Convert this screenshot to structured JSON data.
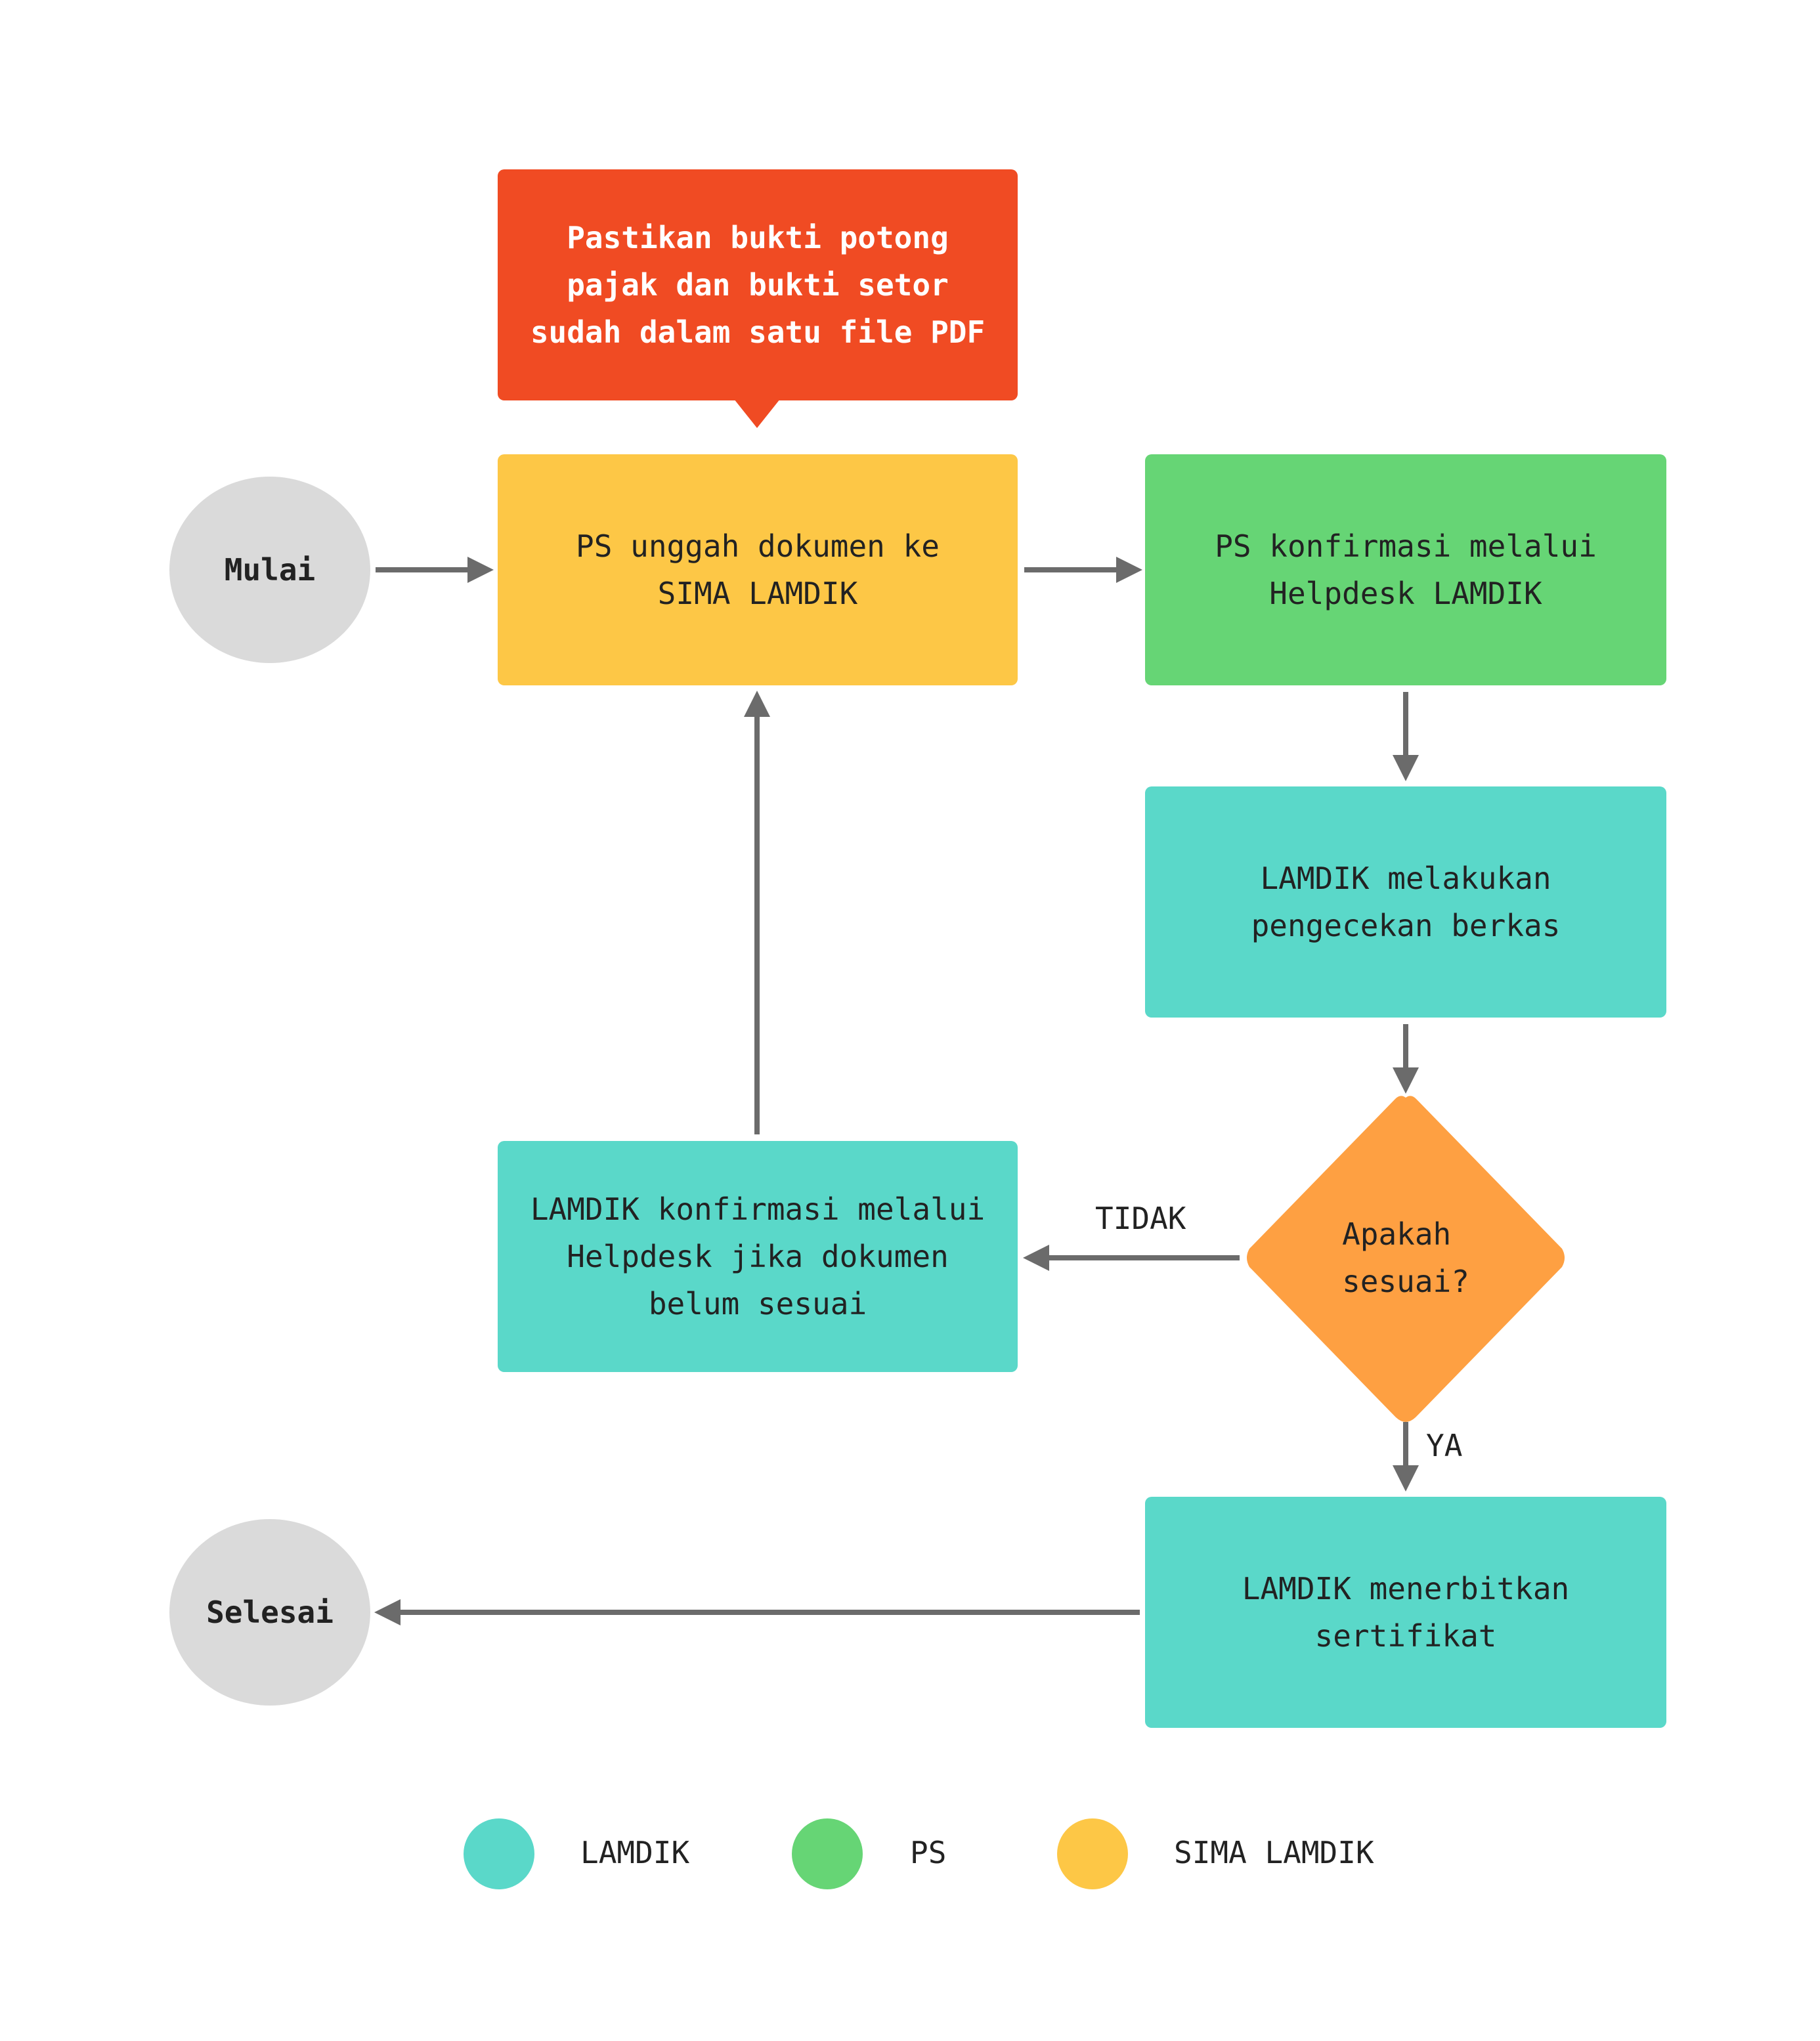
{
  "colors": {
    "lamdik": "#5ad8c9",
    "ps": "#66d575",
    "sima": "#fdc746",
    "note": "#f04b23",
    "decision": "#fea042",
    "terminal": "#dadada",
    "arrow": "#6b6b6b"
  },
  "nodes": {
    "start": "Mulai",
    "end": "Selesai",
    "note": "Pastikan bukti potong\npajak dan bukti setor\nsudah dalam satu file PDF",
    "upload": "PS unggah dokumen ke\nSIMA LAMDIK",
    "confirm_ps": "PS konfirmasi melalui\nHelpdesk LAMDIK",
    "check": "LAMDIK melakukan\npengecekan berkas",
    "decision": "Apakah\nsesuai?",
    "confirm_lamdik": "LAMDIK konfirmasi melalui\nHelpdesk jika dokumen\nbelum sesuai",
    "certificate": "LAMDIK menerbitkan\nsertifikat"
  },
  "edge_labels": {
    "no": "TIDAK",
    "yes": "YA"
  },
  "legend": [
    {
      "label": "LAMDIK",
      "color": "#5ad8c9"
    },
    {
      "label": "PS",
      "color": "#66d575"
    },
    {
      "label": "SIMA LAMDIK",
      "color": "#fdc746"
    }
  ]
}
